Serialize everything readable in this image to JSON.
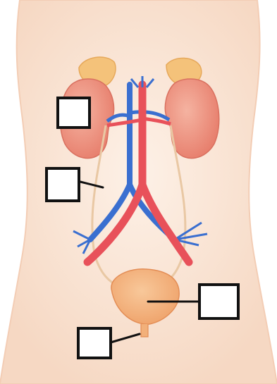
{
  "diagram": {
    "title": "",
    "labels": [
      {
        "id": "kidney",
        "text": ""
      },
      {
        "id": "ureter",
        "text": ""
      },
      {
        "id": "bladder",
        "text": ""
      },
      {
        "id": "urethra",
        "text": ""
      }
    ]
  },
  "colors": {
    "skin": "#fbe6d6",
    "skin_edge": "#f3cdb5",
    "kidney": "#ef8f7c",
    "adrenal": "#f4c27a",
    "artery": "#e8515a",
    "vein": "#3a6fd0",
    "ureter": "#f1d9b8",
    "bladder": "#f2b07a"
  }
}
